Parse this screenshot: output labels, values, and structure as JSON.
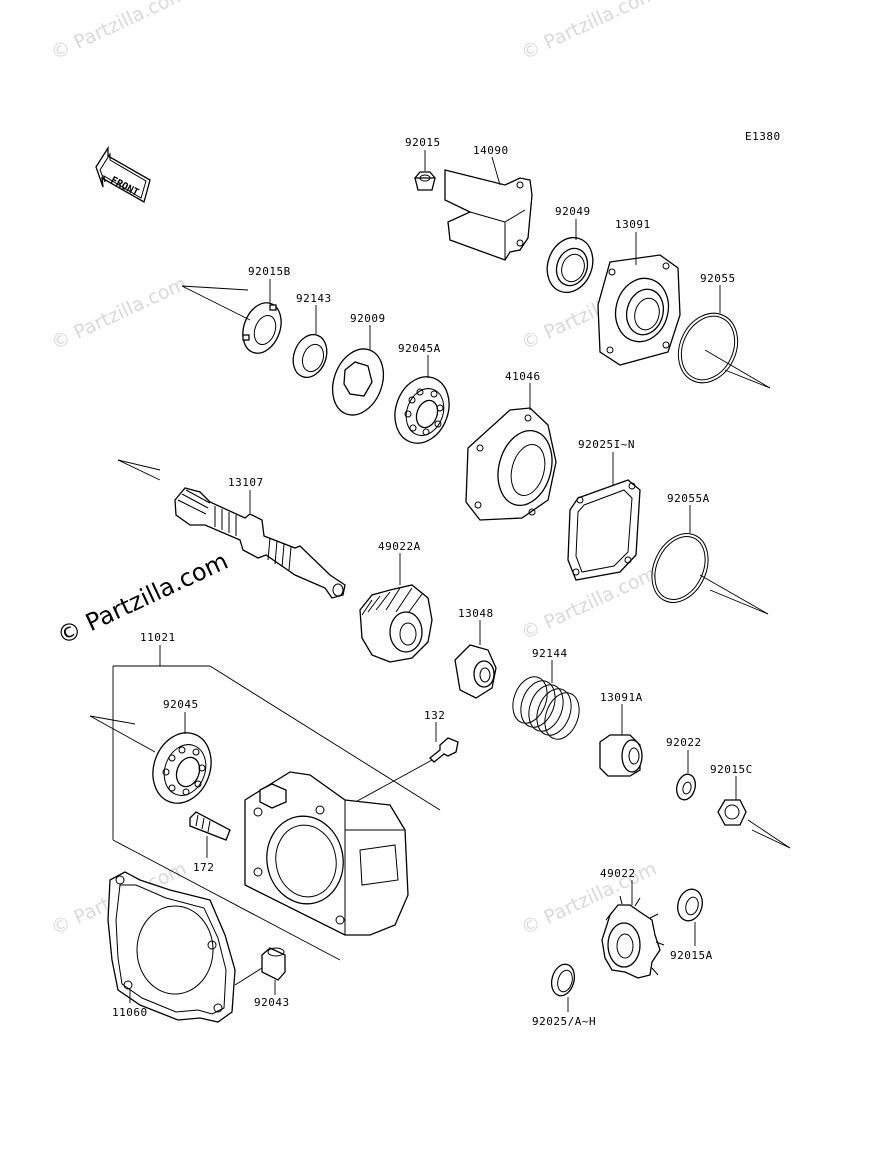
{
  "diagram_code": "E1380",
  "front_label": "FRONT",
  "watermark_main": "© Partzilla.com",
  "watermark_faint": "© Partzilla.com",
  "parts": {
    "p92015": "92015",
    "p14090": "14090",
    "p92049": "92049",
    "p13091": "13091",
    "p92015B": "92015B",
    "p92143": "92143",
    "p92009": "92009",
    "p92045A": "92045A",
    "p92055": "92055",
    "p41046": "41046",
    "p92025IN": "92025I~N",
    "p13107": "13107",
    "p92055A": "92055A",
    "p49022A": "49022A",
    "p13048": "13048",
    "p11021": "11021",
    "p92144": "92144",
    "p13091A": "13091A",
    "p92045": "92045",
    "p132": "132",
    "p92022": "92022",
    "p92015C": "92015C",
    "p172": "172",
    "p49022": "49022",
    "p92015A": "92015A",
    "p11060": "11060",
    "p92043": "92043",
    "p92025AH": "92025/A~H"
  }
}
